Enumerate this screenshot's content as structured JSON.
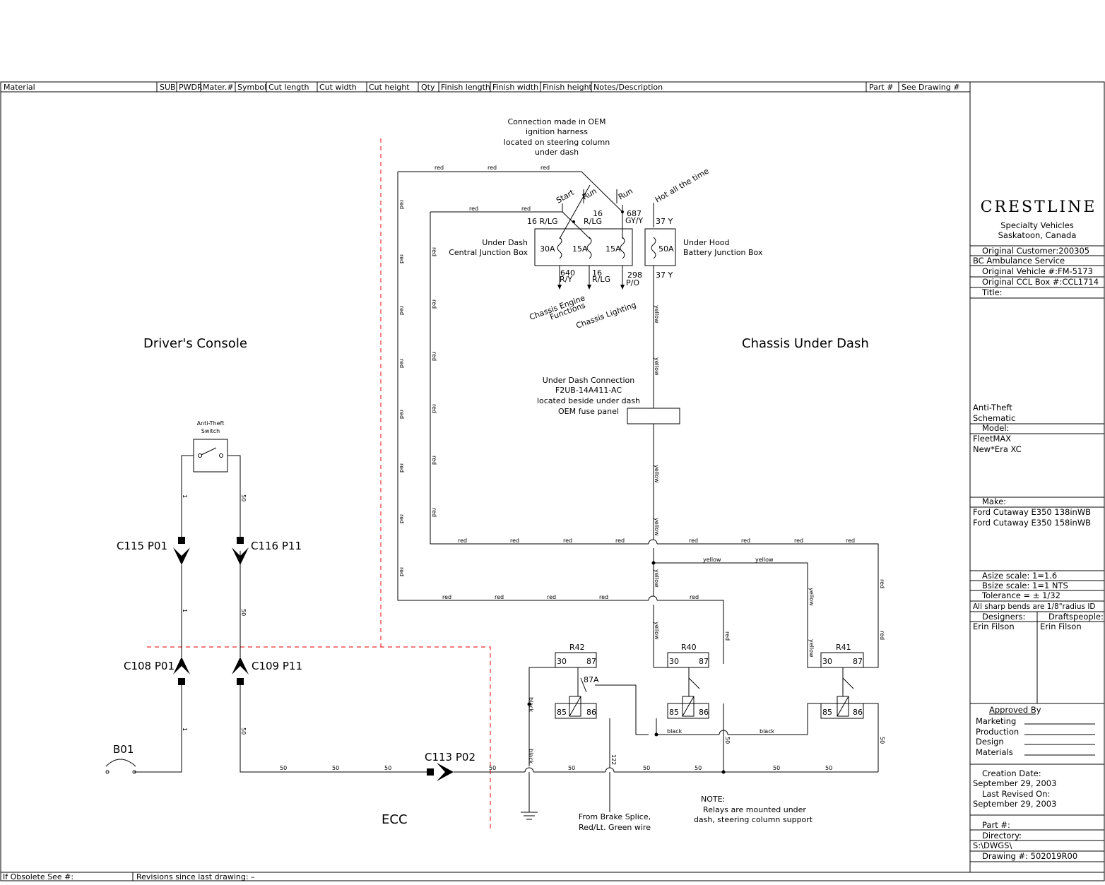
{
  "header": {
    "columns": [
      "Material",
      "SUB",
      "PWDR",
      "Mater.#",
      "Symbol",
      "Cut length",
      "Cut width",
      "Cut height",
      "Qty",
      "Finish length",
      "Finish width",
      "Finish height",
      "Notes/Description",
      "Part #",
      "See Drawing #"
    ]
  },
  "footer": {
    "obsolete": "If Obsolete See #:",
    "revisions": "Revisions since last drawing: –"
  },
  "zones": {
    "drivers_console": "Driver's Console",
    "chassis_under_dash": "Chassis Under Dash",
    "ecc": "ECC"
  },
  "notes": {
    "oem_connection": [
      "Connection made in OEM",
      "ignition harness",
      "located on steering column",
      "under dash"
    ],
    "under_dash_connection": [
      "Under Dash Connection",
      "F2UB-14A411-AC",
      "located beside under dash",
      "OEM fuse panel"
    ],
    "central_jb": [
      "Under Dash",
      "Central Junction Box"
    ],
    "battery_jb": [
      "Under Hood",
      "Battery Junction Box"
    ],
    "chassis_engine": [
      "Chassis Engine",
      "Functions"
    ],
    "chassis_lighting": "Chassis Lighting",
    "brake_splice": [
      "From Brake Splice,",
      "Red/Lt. Green wire"
    ],
    "relay_note": [
      "NOTE:",
      "Relays are mounted under",
      "dash, steering column support"
    ]
  },
  "switch_positions": [
    "Start",
    "Run",
    "Run",
    "Hot all the time"
  ],
  "fuses": [
    "30A",
    "15A",
    "15A",
    "50A"
  ],
  "wire_labels": {
    "c16rlg": "16 R/LG",
    "n16": "16",
    "rlg": "R/LG",
    "n687": "687",
    "gyy": "GY/Y",
    "y37": "37 Y",
    "n640": "640",
    "ry": "R/Y",
    "n16b": "16",
    "rlg2": "R/LG",
    "n298": "298",
    "po": "P/O",
    "y37b": "37 Y"
  },
  "wire_colors": {
    "red": "red",
    "yellow": "yellow",
    "black": "black"
  },
  "wire_numbers": {
    "w1": "1",
    "w50": "50",
    "w122": "122"
  },
  "components": {
    "switch": [
      "Anti-Theft",
      "Switch"
    ],
    "connectors": [
      "C115 P01",
      "C116 P11",
      "C108 P01",
      "C109 P11",
      "C113 P02"
    ],
    "b01": "B01",
    "relays": [
      "R42",
      "R40",
      "R41"
    ],
    "pins": [
      "30",
      "87",
      "87A",
      "85",
      "86"
    ]
  },
  "title_block": {
    "company": "CRESTLINE",
    "company_sub": [
      "Specialty Vehicles",
      "Saskatoon, Canada"
    ],
    "customer": "Original Customer:200305",
    "service": "BC Ambulance Service",
    "vehicle": "Original Vehicle #:FM-5173",
    "box": "Original CCL Box #:CCL1714",
    "title_label": "Title:",
    "title": [
      "Anti-Theft",
      "Schematic"
    ],
    "model_label": "Model:",
    "model": [
      "FleetMAX",
      "New*Era XC"
    ],
    "make_label": "Make:",
    "make": [
      "Ford Cutaway E350 138inWB",
      "Ford Cutaway E350 158inWB"
    ],
    "asize": "Asize scale: 1=1.6",
    "bsize": "Bsize scale: 1=1  NTS",
    "tolerance": "Tolerance = ± 1/32",
    "bends": "All sharp bends are 1/8\"radius ID",
    "designers_label": "Designers:",
    "drafts_label": "Draftspeople:",
    "designer": "Erin Filson",
    "drafter": "Erin Filson",
    "approved_label": "Approved By",
    "approvals": [
      "Marketing",
      "Production",
      "Design",
      "Materials"
    ],
    "creation_label": "Creation Date:",
    "creation": "September 29, 2003",
    "revised_label": "Last Revised On:",
    "revised": "September 29, 2003",
    "part_label": "Part #:",
    "directory_label": "Directory:",
    "directory": "S:\\DWGS\\",
    "drawing": "Drawing #: 502019R00"
  }
}
